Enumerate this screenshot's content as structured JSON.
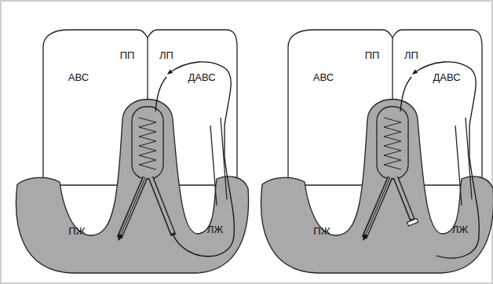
{
  "diagram": {
    "labels": [
      "ПП",
      "ЛП",
      "АВС",
      "ДАВС",
      "ПЖ",
      "ЛЖ",
      "ПП",
      "ЛП",
      "АВС",
      "ДАВС",
      "ПЖ",
      "ЛЖ"
    ]
  }
}
